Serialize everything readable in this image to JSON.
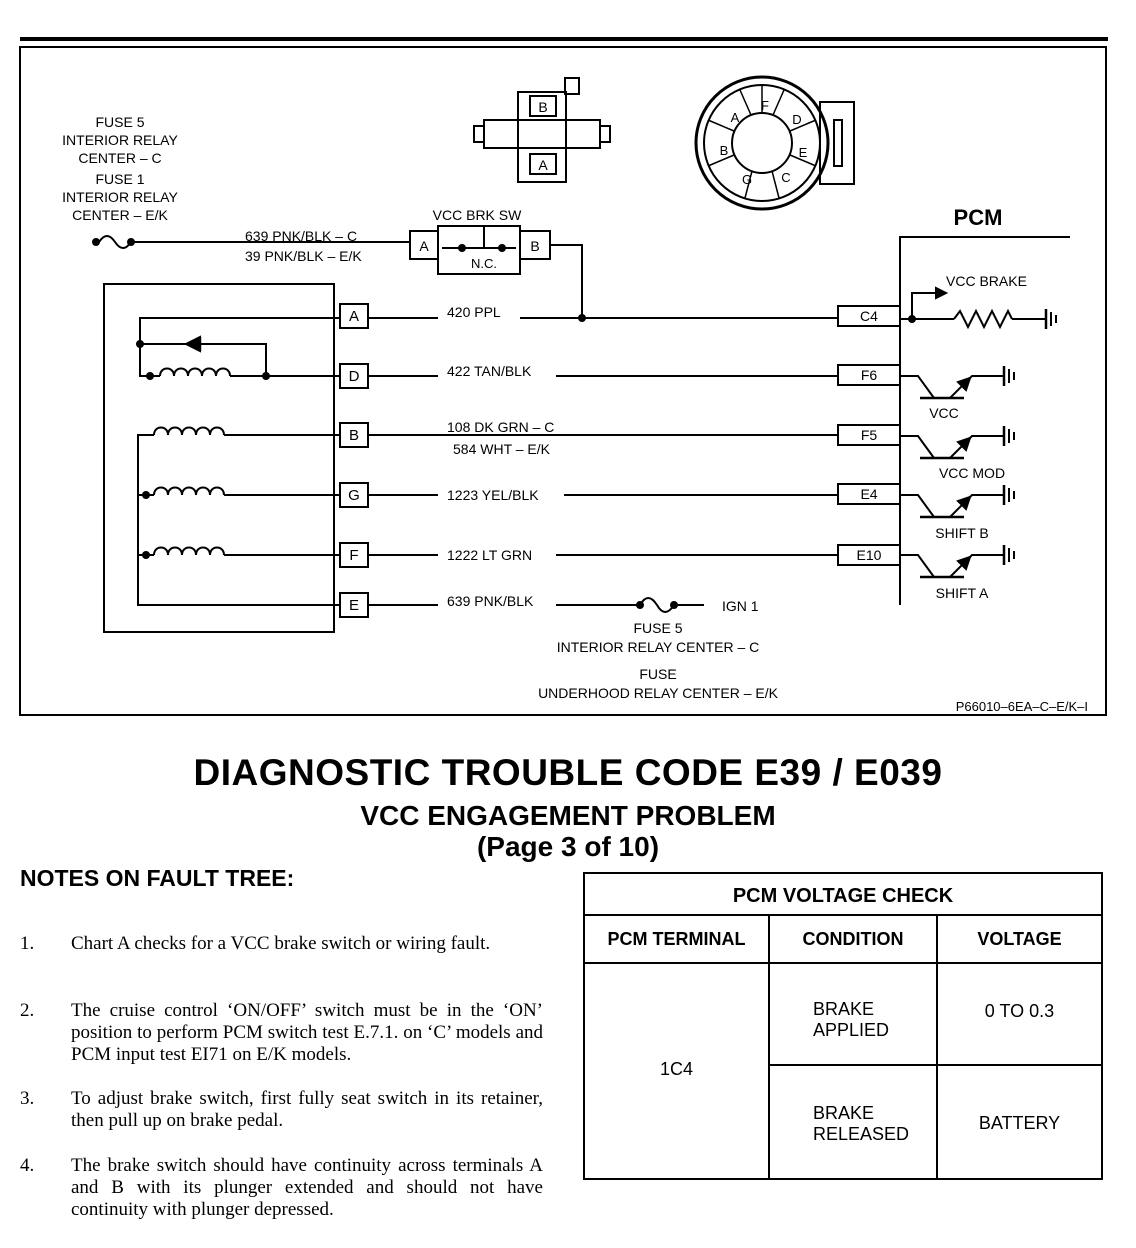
{
  "diagram": {
    "fuse_label_top": [
      "FUSE 5",
      "INTERIOR RELAY",
      "CENTER – C",
      "FUSE 1",
      "INTERIOR RELAY",
      "CENTER – E/K"
    ],
    "wire_639_c": "639 PNK/BLK – C",
    "wire_39_ek": "39 PNK/BLK – E/K",
    "vcc_brk_sw": "VCC BRK SW",
    "nc": "N.C.",
    "pcm": "PCM",
    "pins": [
      "A",
      "D",
      "B",
      "G",
      "F",
      "E"
    ],
    "wires": [
      "420 PPL",
      "422 TAN/BLK",
      "108 DK GRN – C",
      "584 WHT – E/K",
      "1223 YEL/BLK",
      "1222 LT GRN",
      "639 PNK/BLK"
    ],
    "pcm_terminals": [
      "C4",
      "F6",
      "F5",
      "E4",
      "E10"
    ],
    "pcm_outputs": [
      "VCC BRAKE",
      "VCC",
      "VCC MOD",
      "SHIFT B",
      "SHIFT A"
    ],
    "ign": "IGN 1",
    "fuse_label_bottom": [
      "FUSE 5",
      "INTERIOR RELAY CENTER – C",
      "FUSE",
      "UNDERHOOD RELAY CENTER – E/K"
    ],
    "connector_pins_small": [
      "B",
      "A"
    ],
    "connector_pins_round": [
      "F",
      "A",
      "D",
      "B",
      "E",
      "G",
      "C"
    ],
    "figure_id": "P66010–6EA–C–E/K–I"
  },
  "header": {
    "title": "DIAGNOSTIC TROUBLE CODE E39 / E039",
    "subtitle": "VCC ENGAGEMENT PROBLEM",
    "page": "(Page 3 of 10)"
  },
  "notes": {
    "heading": "NOTES ON FAULT TREE:",
    "items": [
      {
        "num": "1.",
        "text": "Chart A checks for a VCC brake switch or wiring fault."
      },
      {
        "num": "2.",
        "text": "The cruise control ‘ON/OFF’ switch must be in the ‘ON’ position to perform PCM switch test E.7.1. on ‘C’ models and PCM input test EI71 on E/K models."
      },
      {
        "num": "3.",
        "text": "To adjust brake switch, first fully seat switch in its retainer, then pull up on brake pedal."
      },
      {
        "num": "4.",
        "text": "The brake switch should have continuity across terminals A and B with its plunger extended and should not have continuity with plunger depressed."
      }
    ]
  },
  "voltage_table": {
    "title": "PCM VOLTAGE CHECK",
    "columns": [
      "PCM TERMINAL",
      "CONDITION",
      "VOLTAGE"
    ],
    "terminal": "1C4",
    "rows": [
      {
        "condition": [
          "BRAKE",
          "APPLIED"
        ],
        "voltage": "0 TO 0.3"
      },
      {
        "condition": [
          "BRAKE",
          "RELEASED"
        ],
        "voltage": "BATTERY"
      }
    ]
  }
}
